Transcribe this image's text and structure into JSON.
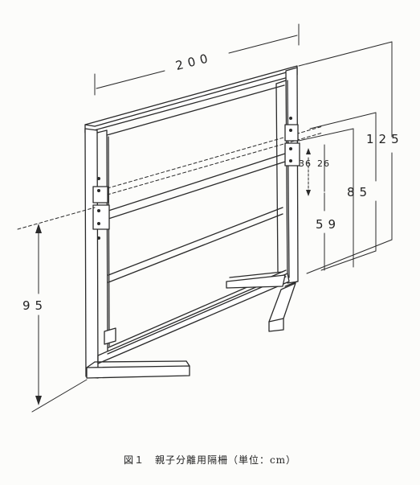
{
  "dimensions": {
    "width": "200",
    "height_total": "125",
    "height_mid": "85",
    "height_front": "95",
    "height_bar": "59",
    "gap_upper": "36",
    "gap_lower": "26"
  },
  "caption": "図１　親子分離用隔柵（単位：cm）",
  "colors": {
    "line": "#2a2a2a",
    "paper": "#fcfcfa"
  }
}
